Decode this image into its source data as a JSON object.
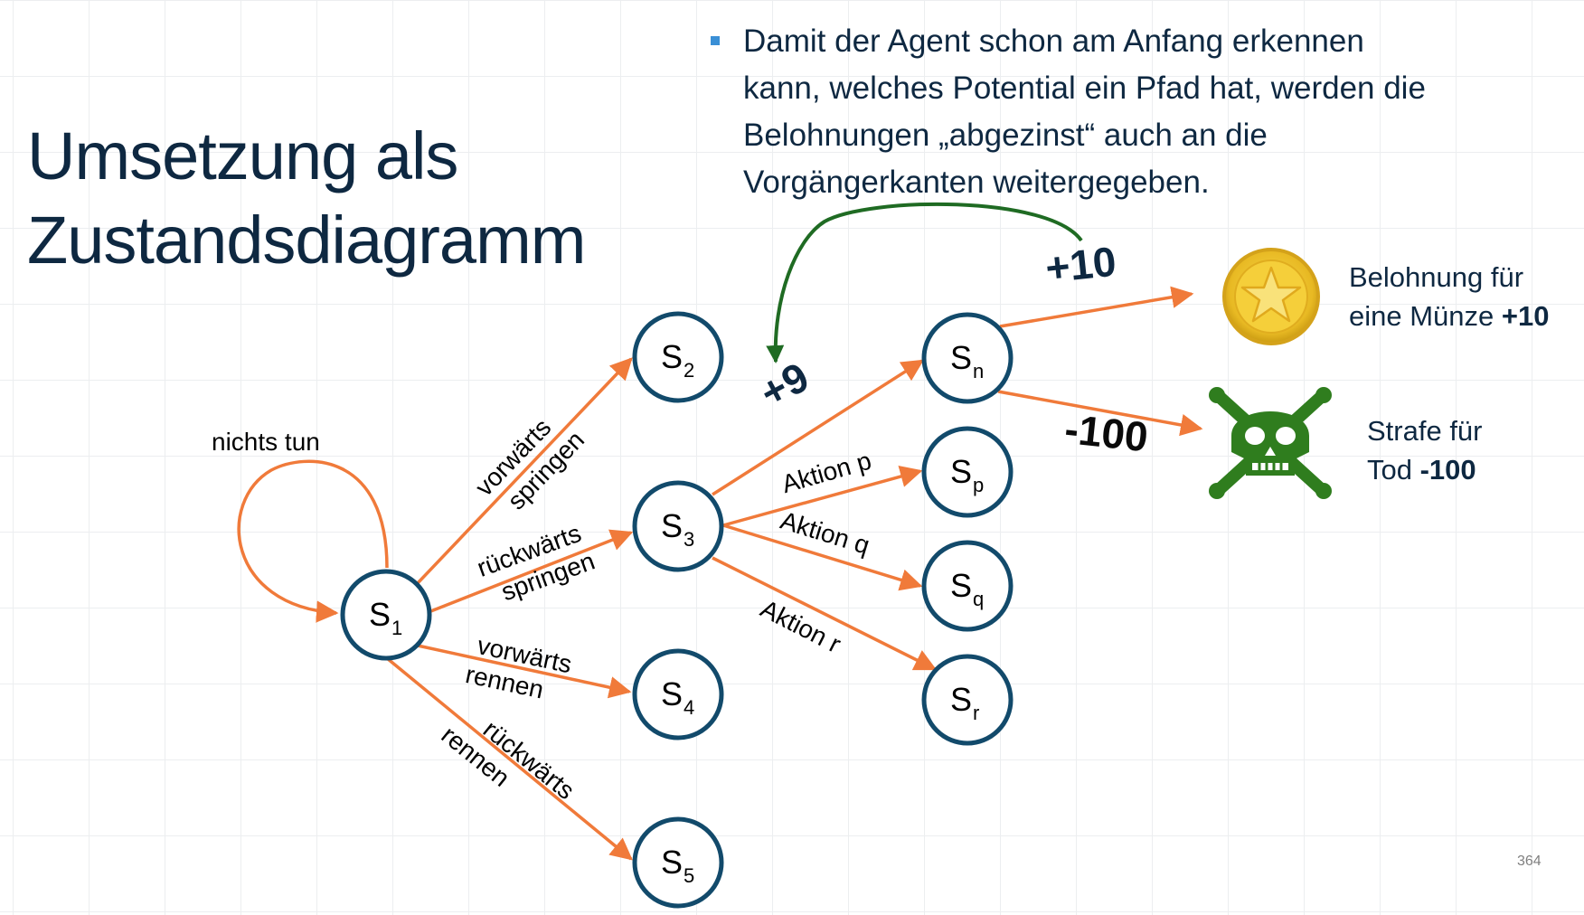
{
  "title": {
    "line1": "Umsetzung als",
    "line2": "Zustandsdiagramm"
  },
  "bullet": {
    "line1": "Damit der Agent schon am Anfang erkennen",
    "line2": "kann, welches Potential ein Pfad hat, werden die",
    "line3": "Belohnungen „abgezinst“ auch an die",
    "line4": "Vorgängerkanten weitergegeben."
  },
  "nodes": {
    "s1": {
      "letter": "S",
      "sub": "1"
    },
    "s2": {
      "letter": "S",
      "sub": "2"
    },
    "s3": {
      "letter": "S",
      "sub": "3"
    },
    "s4": {
      "letter": "S",
      "sub": "4"
    },
    "s5": {
      "letter": "S",
      "sub": "5"
    },
    "sn": {
      "letter": "S",
      "sub": "n"
    },
    "sp": {
      "letter": "S",
      "sub": "p"
    },
    "sq": {
      "letter": "S",
      "sub": "q"
    },
    "sr": {
      "letter": "S",
      "sub": "r"
    }
  },
  "edges": {
    "self_loop": "nichts tun",
    "to_s2": {
      "line1": "vorwärts",
      "line2": "springen"
    },
    "to_s3": {
      "line1": "rückwärts",
      "line2": "springen"
    },
    "to_s4": {
      "line1": "vorwärts",
      "line2": "rennen"
    },
    "to_s5": {
      "line1": "rückwärts",
      "line2": "rennen"
    },
    "to_sp": "Aktion p",
    "to_sq": "Aktion q",
    "to_sr": "Aktion r"
  },
  "rewards": {
    "coin": "+10",
    "death": "-100",
    "discounted": "+9"
  },
  "legend": {
    "coin_line1": "Belohnung für",
    "coin_line2_prefix": "eine Münze ",
    "coin_line2_value": "+10",
    "skull_line1": "Strafe für",
    "skull_line2_prefix": "Tod ",
    "skull_line2_value": "-100"
  },
  "page_number": "364",
  "colors": {
    "title": "#0e2841",
    "node_border": "#124a6b",
    "edge": "#f07a3a",
    "discount_arrow": "#1f6b23",
    "bullet_marker": "#3a8fd6",
    "coin": "#e8b923",
    "skull": "#2f7d1e"
  },
  "icons": {
    "coin": "gold-coin-icon",
    "skull": "skull-crossbones-icon"
  }
}
